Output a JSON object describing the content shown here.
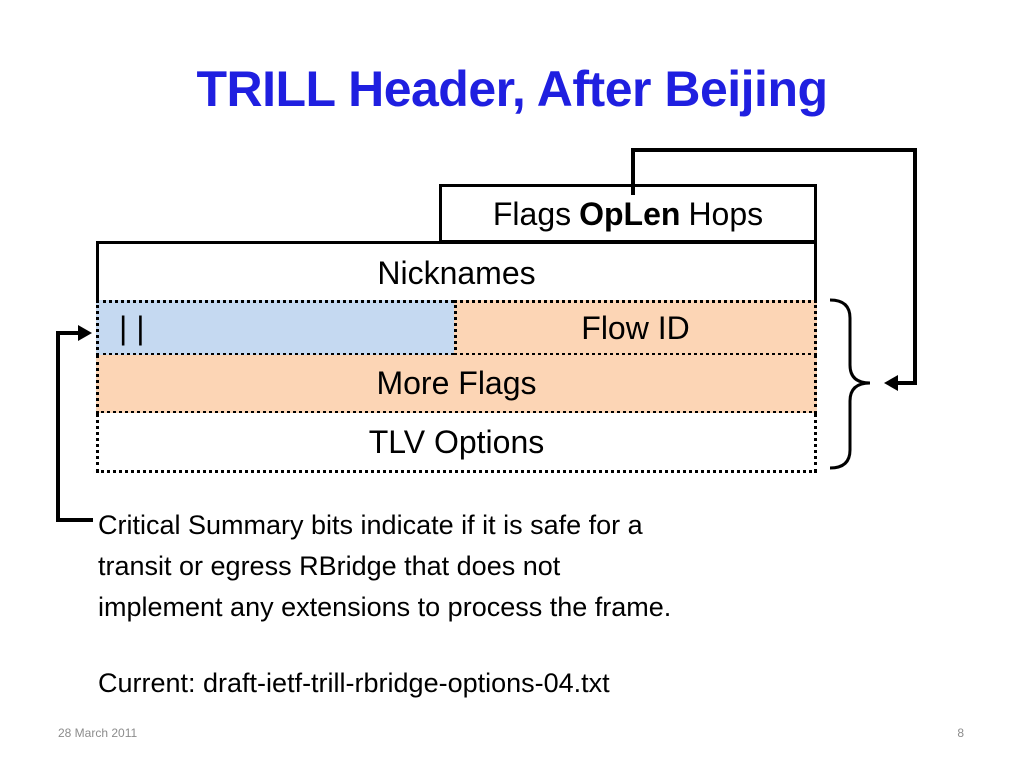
{
  "title": "TRILL Header, After Beijing",
  "header_fields": {
    "flags_row": {
      "flags": "Flags",
      "oplen": "OpLen",
      "hops": "Hops"
    },
    "nicknames": "Nicknames",
    "critical_summary": "| |",
    "flow_id": "Flow ID",
    "more_flags": "More Flags",
    "tlv_options": "TLV Options"
  },
  "colors": {
    "title": "#1f1fe0",
    "critical_summary_fill": "#c5d9f1",
    "options_fill": "#fcd5b5"
  },
  "description": {
    "lines": [
      "Critical Summary bits indicate if it is safe for a",
      "transit or egress RBridge that does not",
      "implement any extensions to process the frame."
    ],
    "current": "Current: draft-ietf-trill-rbridge-options-04.txt"
  },
  "footer": {
    "date": "28 March 2011",
    "page_number": "8"
  }
}
